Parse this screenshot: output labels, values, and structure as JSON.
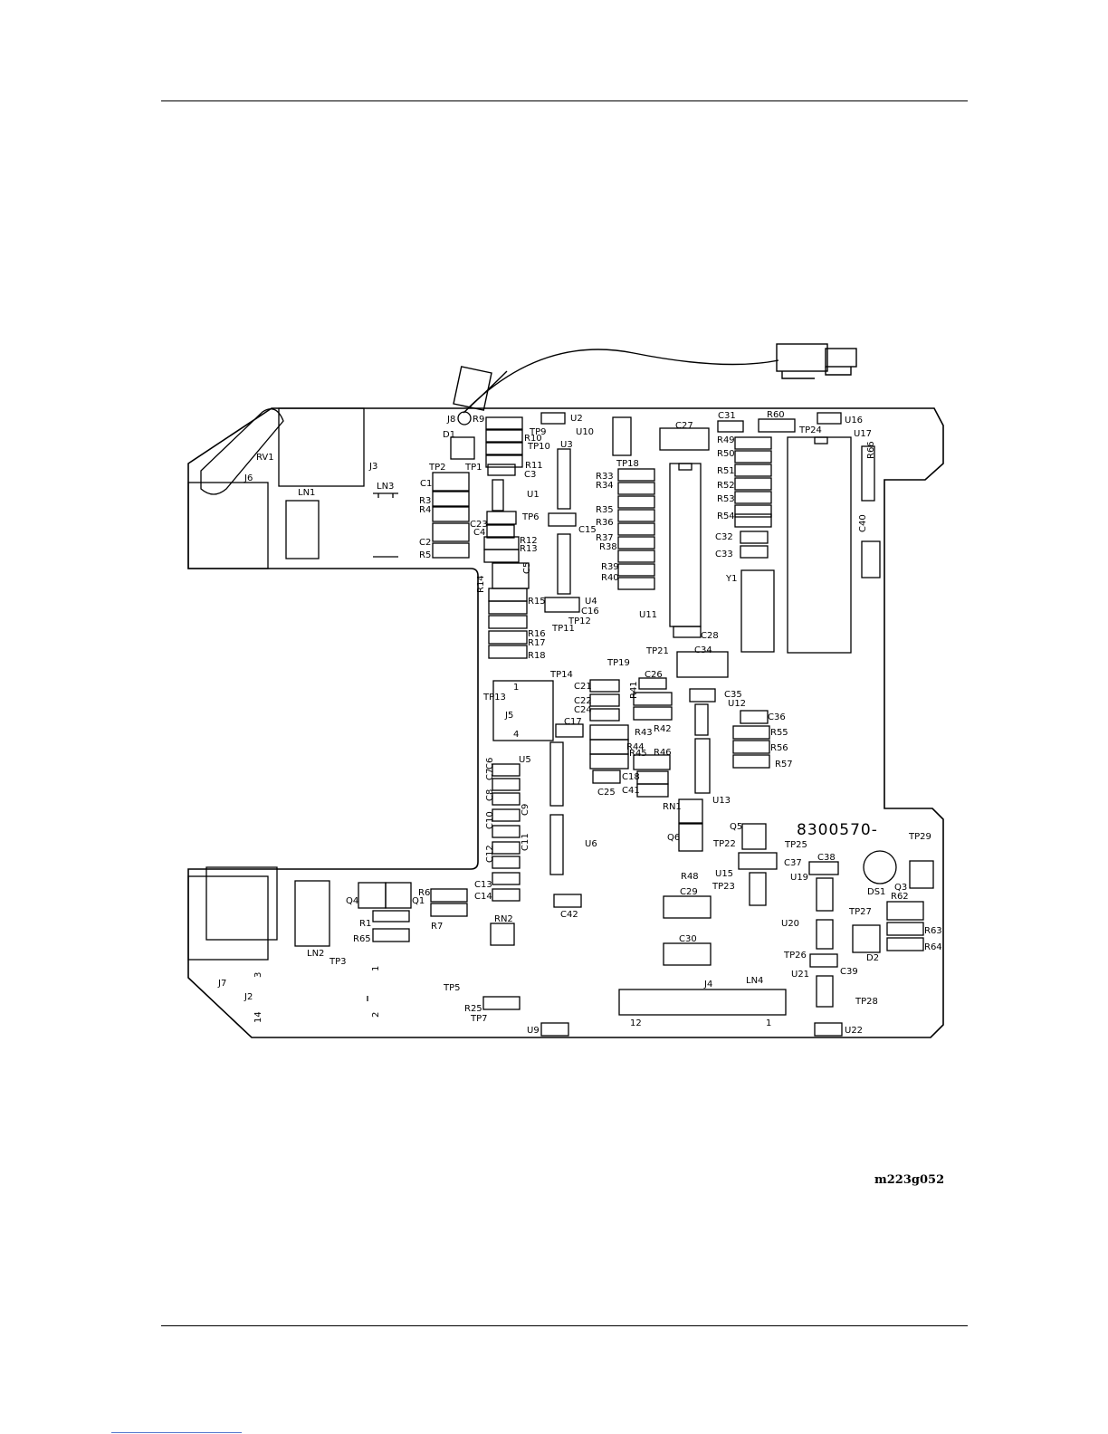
{
  "figure": {
    "id": "m223g052",
    "board_number": "8300570-",
    "components": [
      "J8",
      "R9",
      "U2",
      "U10",
      "U16",
      "U17",
      "C31",
      "R60",
      "TP24",
      "C27",
      "TP9",
      "R10",
      "TP10",
      "D1",
      "RV1",
      "J3",
      "J6",
      "LN1",
      "LN3",
      "TP2",
      "TP1",
      "R11",
      "C3",
      "U3",
      "U1",
      "C1",
      "R3",
      "R4",
      "TP6",
      "C23",
      "C4",
      "C15",
      "C2",
      "R5",
      "R12",
      "R13",
      "C5",
      "R14",
      "R15",
      "U4",
      "C16",
      "TP12",
      "TP11",
      "R16",
      "R17",
      "R18",
      "TP18",
      "R33",
      "R34",
      "R35",
      "R36",
      "R37",
      "R38",
      "R39",
      "R40",
      "U11",
      "C28",
      "TP21",
      "C34",
      "R49",
      "R50",
      "R51",
      "R52",
      "R53",
      "R54",
      "C32",
      "C33",
      "Y1",
      "R66",
      "C40",
      "TP19",
      "TP14",
      "TP13",
      "J5",
      "C21",
      "C22",
      "C24",
      "C17",
      "R41",
      "R43",
      "R42",
      "C26",
      "C35",
      "U12",
      "C36",
      "R55",
      "R56",
      "R57",
      "R44",
      "R45",
      "R46",
      "C18",
      "C41",
      "C25",
      "U5",
      "C6",
      "C7",
      "C8",
      "C9",
      "C10",
      "C11",
      "C12",
      "C13",
      "C14",
      "U6",
      "U13",
      "RN1",
      "Q5",
      "Q6",
      "TP22",
      "TP25",
      "TP29",
      "C37",
      "C38",
      "U19",
      "DS1",
      "Q3",
      "R62",
      "R48",
      "U15",
      "TP23",
      "C29",
      "TP27",
      "R63",
      "R64",
      "U20",
      "D2",
      "C30",
      "TP26",
      "U21",
      "C39",
      "J4",
      "LN4",
      "TP28",
      "Q4",
      "Q1",
      "R6",
      "R7",
      "R1",
      "R65",
      "RN2",
      "C42",
      "LN2",
      "TP3",
      "J7",
      "J2",
      "TP5",
      "R25",
      "TP7",
      "U9",
      "U22"
    ],
    "pin_labels": [
      "1",
      "4",
      "3",
      "14",
      "1",
      "2",
      "12",
      "1"
    ]
  }
}
